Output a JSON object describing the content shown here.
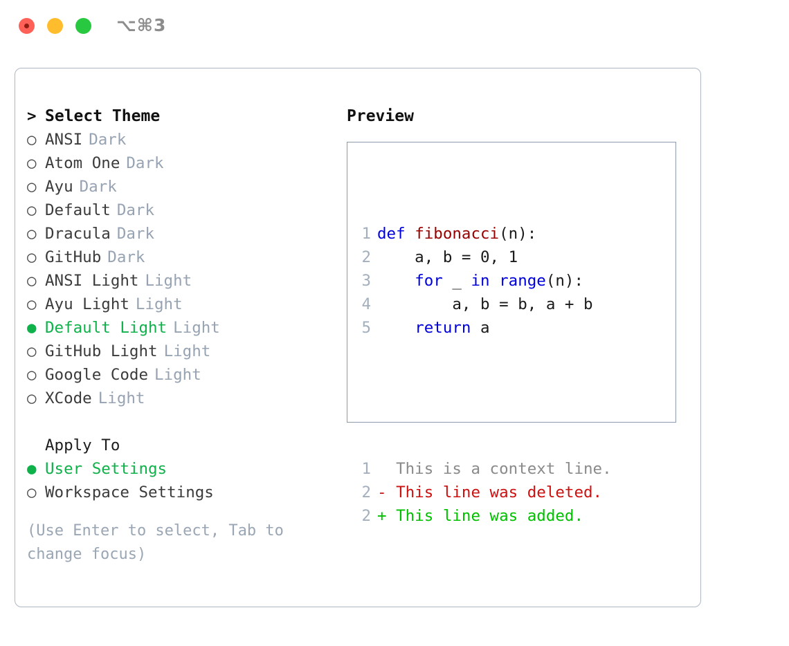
{
  "titlebar": {
    "shortcut": "⌥⌘3",
    "buttons": [
      {
        "name": "close",
        "color": "#ff6159"
      },
      {
        "name": "minimize",
        "color": "#ffbd2e"
      },
      {
        "name": "zoom",
        "color": "#28c840"
      }
    ]
  },
  "theme_picker": {
    "header_marker": ">",
    "header_label": "Select Theme",
    "marker_selected": "●",
    "marker_unselected": "○",
    "selected_color": "#0fb14a",
    "items": [
      {
        "marker": "○",
        "name": "ANSI",
        "kind": "Dark",
        "selected": false
      },
      {
        "marker": "○",
        "name": "Atom One",
        "kind": "Dark",
        "selected": false
      },
      {
        "marker": "○",
        "name": "Ayu",
        "kind": "Dark",
        "selected": false
      },
      {
        "marker": "○",
        "name": "Default",
        "kind": "Dark",
        "selected": false
      },
      {
        "marker": "○",
        "name": "Dracula",
        "kind": "Dark",
        "selected": false
      },
      {
        "marker": "○",
        "name": "GitHub",
        "kind": "Dark",
        "selected": false
      },
      {
        "marker": "○",
        "name": "ANSI Light",
        "kind": "Light",
        "selected": false
      },
      {
        "marker": "○",
        "name": "Ayu Light",
        "kind": "Light",
        "selected": false
      },
      {
        "marker": "●",
        "name": "Default Light",
        "kind": "Light",
        "selected": true
      },
      {
        "marker": "○",
        "name": "GitHub Light",
        "kind": "Light",
        "selected": false
      },
      {
        "marker": "○",
        "name": "Google Code",
        "kind": "Light",
        "selected": false
      },
      {
        "marker": "○",
        "name": "XCode",
        "kind": "Light",
        "selected": false
      }
    ]
  },
  "apply_to": {
    "header_label": "Apply To",
    "items": [
      {
        "marker": "●",
        "name": "User Settings",
        "selected": true
      },
      {
        "marker": "○",
        "name": "Workspace Settings",
        "selected": false
      }
    ]
  },
  "hint": "(Use Enter to select, Tab to change focus)",
  "preview": {
    "title": "Preview",
    "code_lines": [
      {
        "lno": "1",
        "tokens": [
          {
            "t": "def ",
            "c": "k"
          },
          {
            "t": "fibonacci",
            "c": "fn"
          },
          {
            "t": "(n):",
            "c": "pl"
          }
        ]
      },
      {
        "lno": "2",
        "tokens": [
          {
            "t": "    a, b = 0, 1",
            "c": "pl"
          }
        ]
      },
      {
        "lno": "3",
        "tokens": [
          {
            "t": "    ",
            "c": "pl"
          },
          {
            "t": "for",
            "c": "k"
          },
          {
            "t": " _ ",
            "c": "pl"
          },
          {
            "t": "in range",
            "c": "k"
          },
          {
            "t": "(n):",
            "c": "pl"
          }
        ]
      },
      {
        "lno": "4",
        "tokens": [
          {
            "t": "        a, b = b, a + b",
            "c": "pl"
          }
        ]
      },
      {
        "lno": "5",
        "tokens": [
          {
            "t": "    ",
            "c": "pl"
          },
          {
            "t": "return",
            "c": "k"
          },
          {
            "t": " a",
            "c": "pl"
          }
        ]
      }
    ],
    "diff_lines": [
      {
        "lno": "1",
        "sign": " ",
        "text": "This is a context line.",
        "style": "ctx"
      },
      {
        "lno": "2",
        "sign": "-",
        "text": "This line was deleted.",
        "style": "del"
      },
      {
        "lno": "2",
        "sign": "+",
        "text": "This line was added.",
        "style": "add"
      }
    ]
  }
}
